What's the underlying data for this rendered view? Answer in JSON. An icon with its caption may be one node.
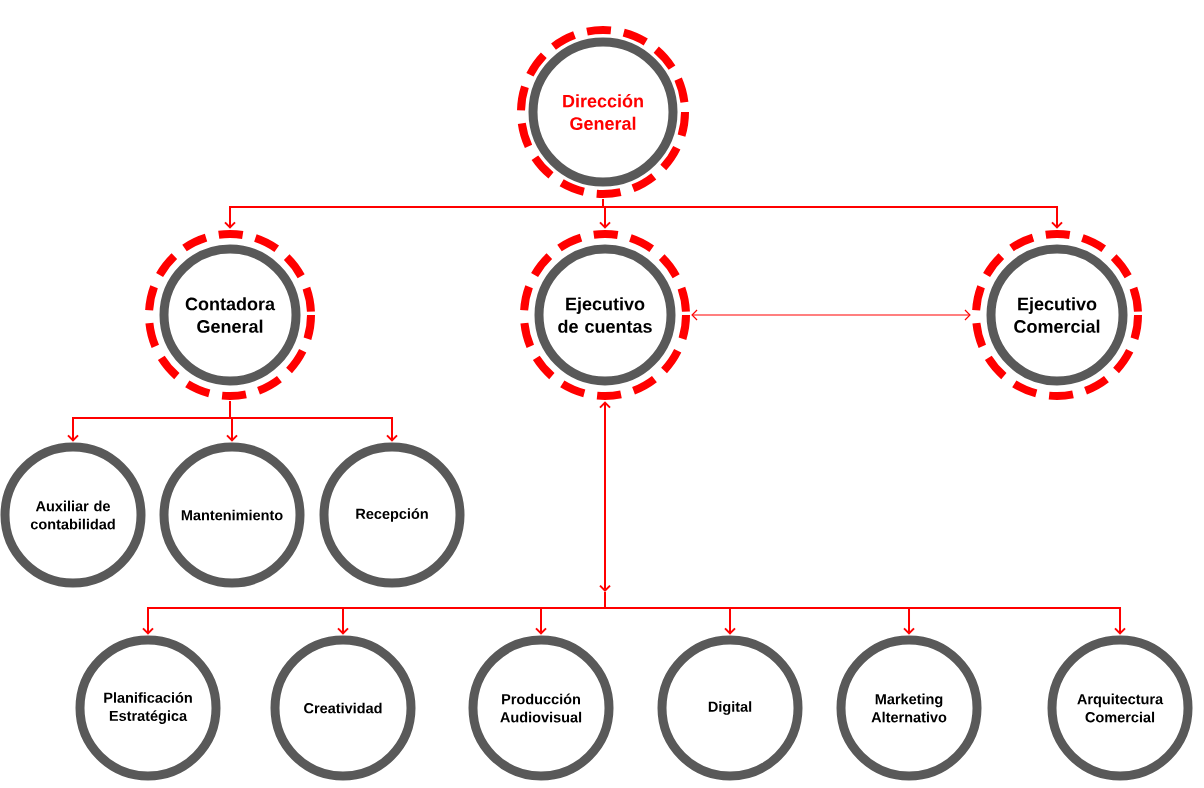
{
  "diagram": {
    "nodes": [
      {
        "text": [
          "Dirección General"
        ]
      },
      {
        "text": [
          "Contadora General"
        ]
      },
      {
        "text": [
          "Ejecutivo de cuentas"
        ]
      },
      {
        "text": [
          "Ejecutivo Comercial"
        ]
      },
      {
        "text": [
          "Auxiliar de contabilidad"
        ]
      },
      {
        "text": [
          "Mantenimiento"
        ]
      },
      {
        "text": [
          "Recepción"
        ]
      },
      {
        "text": [
          "Planificación Estratégica"
        ]
      },
      {
        "text": [
          "Creatividad"
        ]
      },
      {
        "text": [
          "Producción Audiovisual"
        ]
      },
      {
        "text": [
          "Digital"
        ]
      },
      {
        "text": [
          "Marketing Alternativo"
        ]
      },
      {
        "text": [
          "Arquitectura Comercial"
        ]
      }
    ],
    "edges": [
      {
        "from": 0,
        "to": 1,
        "arrow": "to"
      },
      {
        "from": 0,
        "to": 2,
        "arrow": "to"
      },
      {
        "from": 0,
        "to": 3,
        "arrow": "to"
      },
      {
        "from": 2,
        "to": 3,
        "arrow": "both"
      },
      {
        "from": 1,
        "to": 4,
        "arrow": "to"
      },
      {
        "from": 1,
        "to": 5,
        "arrow": "to"
      },
      {
        "from": 1,
        "to": 6,
        "arrow": "to"
      },
      {
        "from": 2,
        "to": 7,
        "arrow": "both"
      },
      {
        "from": 2,
        "to": 8,
        "arrow": "both"
      },
      {
        "from": 2,
        "to": 9,
        "arrow": "both"
      },
      {
        "from": 2,
        "to": 10,
        "arrow": "both"
      },
      {
        "from": 2,
        "to": 11,
        "arrow": "both"
      },
      {
        "from": 2,
        "to": 12,
        "arrow": "both"
      }
    ]
  }
}
